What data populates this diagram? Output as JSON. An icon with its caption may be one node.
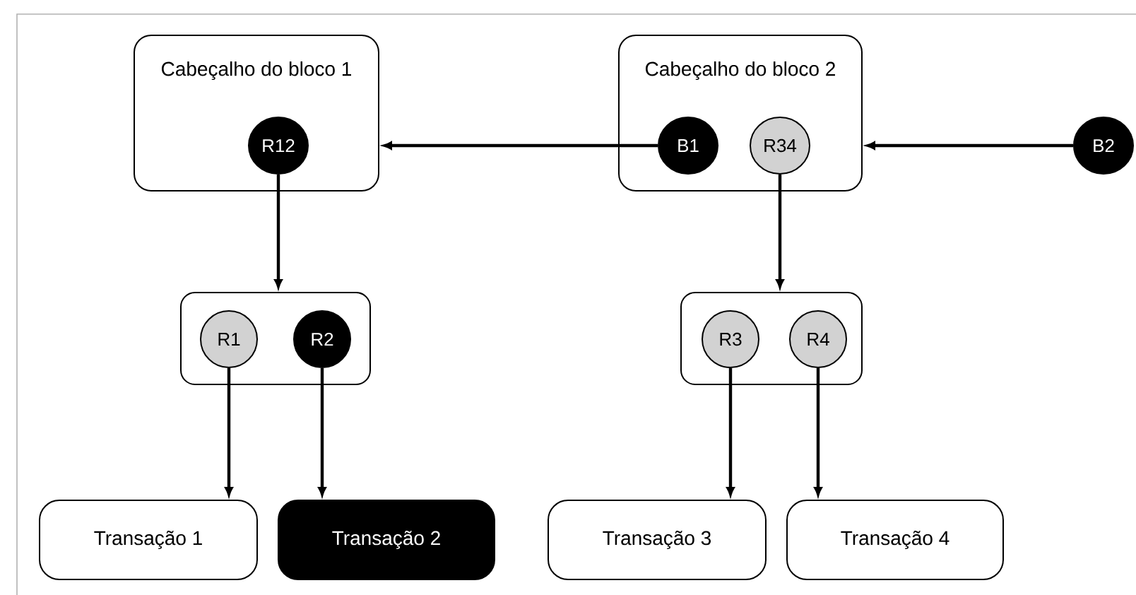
{
  "diagram": {
    "nodes": [
      {
        "text": [
          "Cabeçalho do bloco 1"
        ]
      },
      {
        "text": [
          "R12"
        ],
        "in": 0
      },
      {
        "text": [
          "Cabeçalho do bloco 2"
        ]
      },
      {
        "text": [
          "B1"
        ],
        "in": 2
      },
      {
        "text": [
          "R34"
        ],
        "in": 2
      },
      {
        "text": [
          "B2"
        ]
      },
      {
        "text": [],
        "shape": "box"
      },
      {
        "text": [
          "R1"
        ],
        "in": 6
      },
      {
        "text": [
          "R2"
        ],
        "in": 6
      },
      {
        "text": [],
        "shape": "box"
      },
      {
        "text": [
          "R3"
        ],
        "in": 9
      },
      {
        "text": [
          "R4"
        ],
        "in": 9
      },
      {
        "text": [
          "Transação 1"
        ]
      },
      {
        "text": [
          "Transação 2"
        ]
      },
      {
        "text": [
          "Transação 3"
        ]
      },
      {
        "text": [
          "Transação 4"
        ]
      }
    ],
    "edges": [
      {
        "from": 3,
        "to": 0,
        "arrow": "to"
      },
      {
        "from": 5,
        "to": 2,
        "arrow": "to"
      },
      {
        "from": 1,
        "to": 6,
        "arrow": "to"
      },
      {
        "from": 4,
        "to": 9,
        "arrow": "to"
      },
      {
        "from": 7,
        "to": 12,
        "arrow": "to"
      },
      {
        "from": 8,
        "to": 13,
        "arrow": "to"
      },
      {
        "from": 10,
        "to": 14,
        "arrow": "to"
      },
      {
        "from": 11,
        "to": 15,
        "arrow": "to"
      }
    ]
  }
}
